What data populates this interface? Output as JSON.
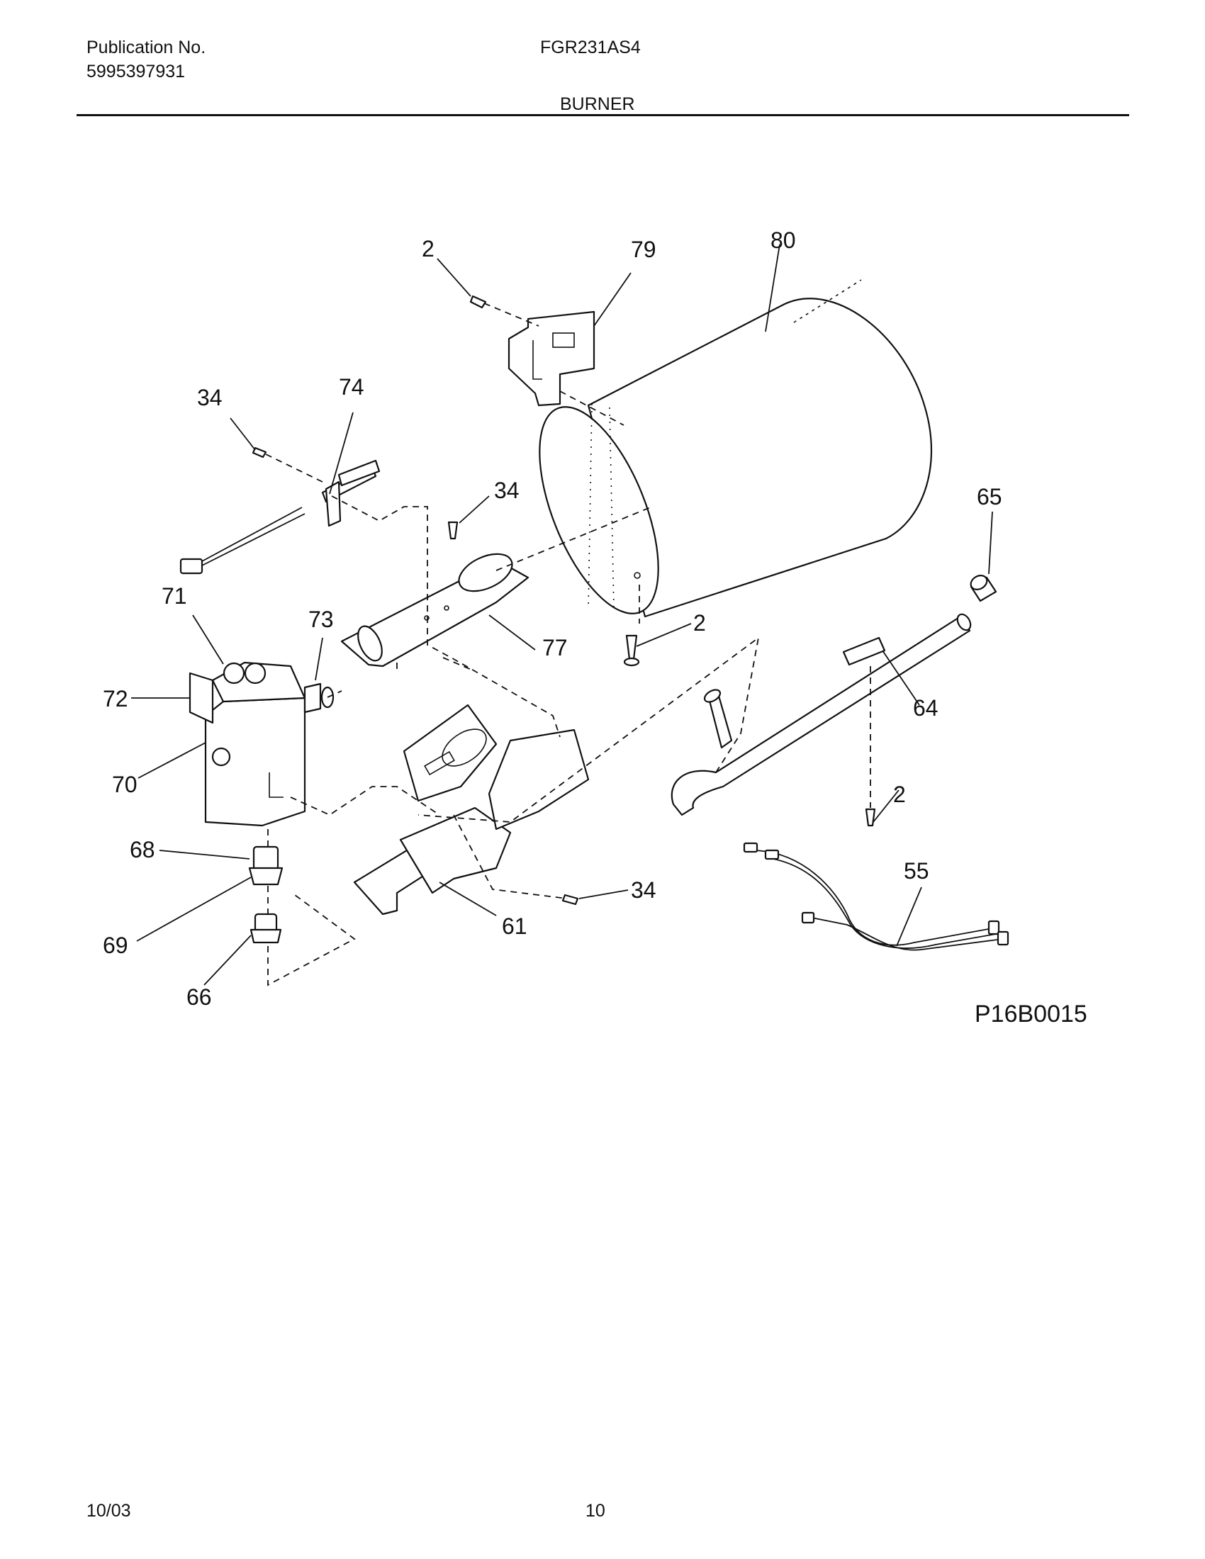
{
  "header": {
    "publication_label": "Publication No.",
    "publication_number": "5995397931",
    "model": "FGR231AS4",
    "section_title": "BURNER"
  },
  "diagram": {
    "figure_id": "P16B0015",
    "callouts": {
      "c2_top": "2",
      "c79": "79",
      "c80": "80",
      "c34_left": "34",
      "c74": "74",
      "c34_mid": "34",
      "c65": "65",
      "c71": "71",
      "c73": "73",
      "c2_mid": "2",
      "c77": "77",
      "c72": "72",
      "c64": "64",
      "c70": "70",
      "c2_right": "2",
      "c68": "68",
      "c55": "55",
      "c34_bottom": "34",
      "c61": "61",
      "c69": "69",
      "c66": "66"
    }
  },
  "footer": {
    "date": "10/03",
    "page": "10"
  }
}
